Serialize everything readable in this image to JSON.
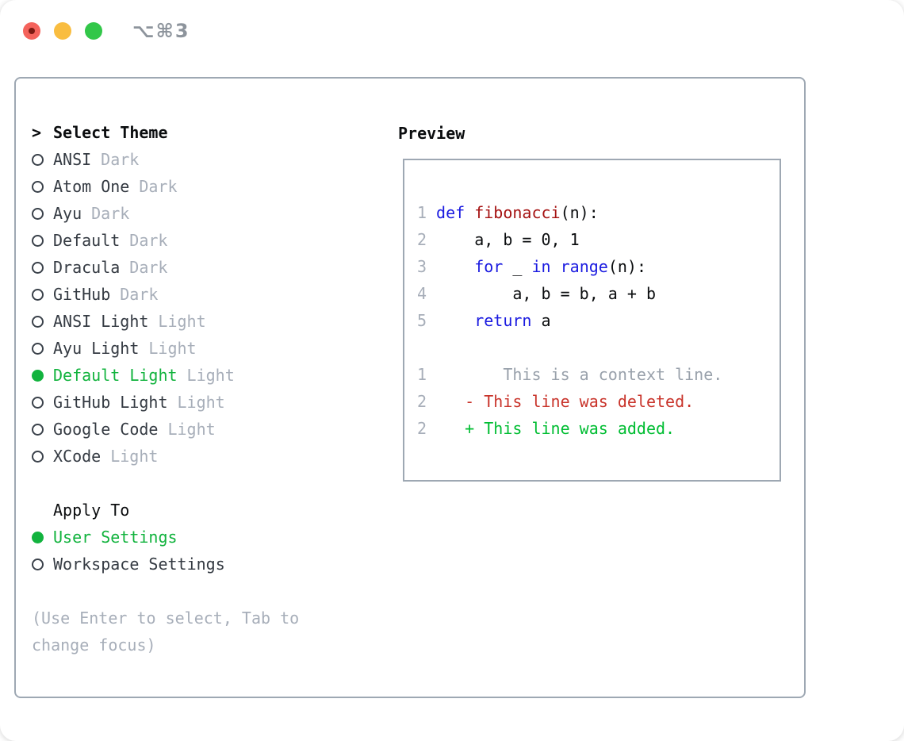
{
  "colors": {
    "ui_green": "#12b33e",
    "muted_gray": "#a7aeb9",
    "dark_text": "#343a42",
    "black": "#0b0d0f",
    "marker_ring": "#3a414a",
    "panel_border": "#9ea8b3",
    "keyword_blue": "#1a1ae0",
    "function_red": "#a51212",
    "deleted_red": "#c9342b",
    "added_green": "#00bd32",
    "context_gray": "#99a1ab",
    "traffic_red": "#f4635c",
    "traffic_red_dot": "#7c1a12",
    "traffic_yellow": "#f9bd40",
    "traffic_green": "#32c749",
    "shortcut_gray": "#8d949c"
  },
  "titlebar": {
    "shortcut": "⌥⌘3"
  },
  "theme_panel": {
    "prompt": ">",
    "title": "Select Theme",
    "themes": [
      {
        "name": "ANSI",
        "tag": "Dark",
        "selected": false
      },
      {
        "name": "Atom One",
        "tag": "Dark",
        "selected": false
      },
      {
        "name": "Ayu",
        "tag": "Dark",
        "selected": false
      },
      {
        "name": "Default",
        "tag": "Dark",
        "selected": false
      },
      {
        "name": "Dracula",
        "tag": "Dark",
        "selected": false
      },
      {
        "name": "GitHub",
        "tag": "Dark",
        "selected": false
      },
      {
        "name": "ANSI Light",
        "tag": "Light",
        "selected": false
      },
      {
        "name": "Ayu Light",
        "tag": "Light",
        "selected": false
      },
      {
        "name": "Default Light",
        "tag": "Light",
        "selected": true
      },
      {
        "name": "GitHub Light",
        "tag": "Light",
        "selected": false
      },
      {
        "name": "Google Code",
        "tag": "Light",
        "selected": false
      },
      {
        "name": "XCode",
        "tag": "Light",
        "selected": false
      }
    ],
    "apply_to": {
      "title": "Apply To",
      "options": [
        {
          "name": "User Settings",
          "selected": true
        },
        {
          "name": "Workspace Settings",
          "selected": false
        }
      ]
    },
    "help_lines": [
      "(Use Enter to select, Tab to",
      "change focus)"
    ]
  },
  "preview": {
    "title": "Preview",
    "lines": [
      {
        "num": "1",
        "tokens": [
          [
            "def",
            "kw"
          ],
          [
            " ",
            "pl"
          ],
          [
            "fibonacci",
            "fn"
          ],
          [
            "(n):",
            "pl"
          ]
        ]
      },
      {
        "num": "2",
        "tokens": [
          [
            "    a, b = 0, 1",
            "pl"
          ]
        ]
      },
      {
        "num": "3",
        "tokens": [
          [
            "    ",
            "pl"
          ],
          [
            "for",
            "kw"
          ],
          [
            " _ ",
            "pl"
          ],
          [
            "in",
            "kw"
          ],
          [
            " ",
            "pl"
          ],
          [
            "range",
            "kw"
          ],
          [
            "(n):",
            "pl"
          ]
        ]
      },
      {
        "num": "4",
        "tokens": [
          [
            "        a, b = b, a + b",
            "pl"
          ]
        ]
      },
      {
        "num": "5",
        "tokens": [
          [
            "    ",
            "pl"
          ],
          [
            "return",
            "kw"
          ],
          [
            " a",
            "pl"
          ]
        ]
      },
      {
        "num": "",
        "tokens": []
      },
      {
        "num": "1",
        "tokens": [
          [
            "       This is a context line.",
            "ctx"
          ]
        ]
      },
      {
        "num": "2",
        "tokens": [
          [
            "   - This line was deleted.",
            "del"
          ]
        ]
      },
      {
        "num": "2",
        "tokens": [
          [
            "   + This line was added.",
            "add"
          ]
        ]
      }
    ]
  }
}
